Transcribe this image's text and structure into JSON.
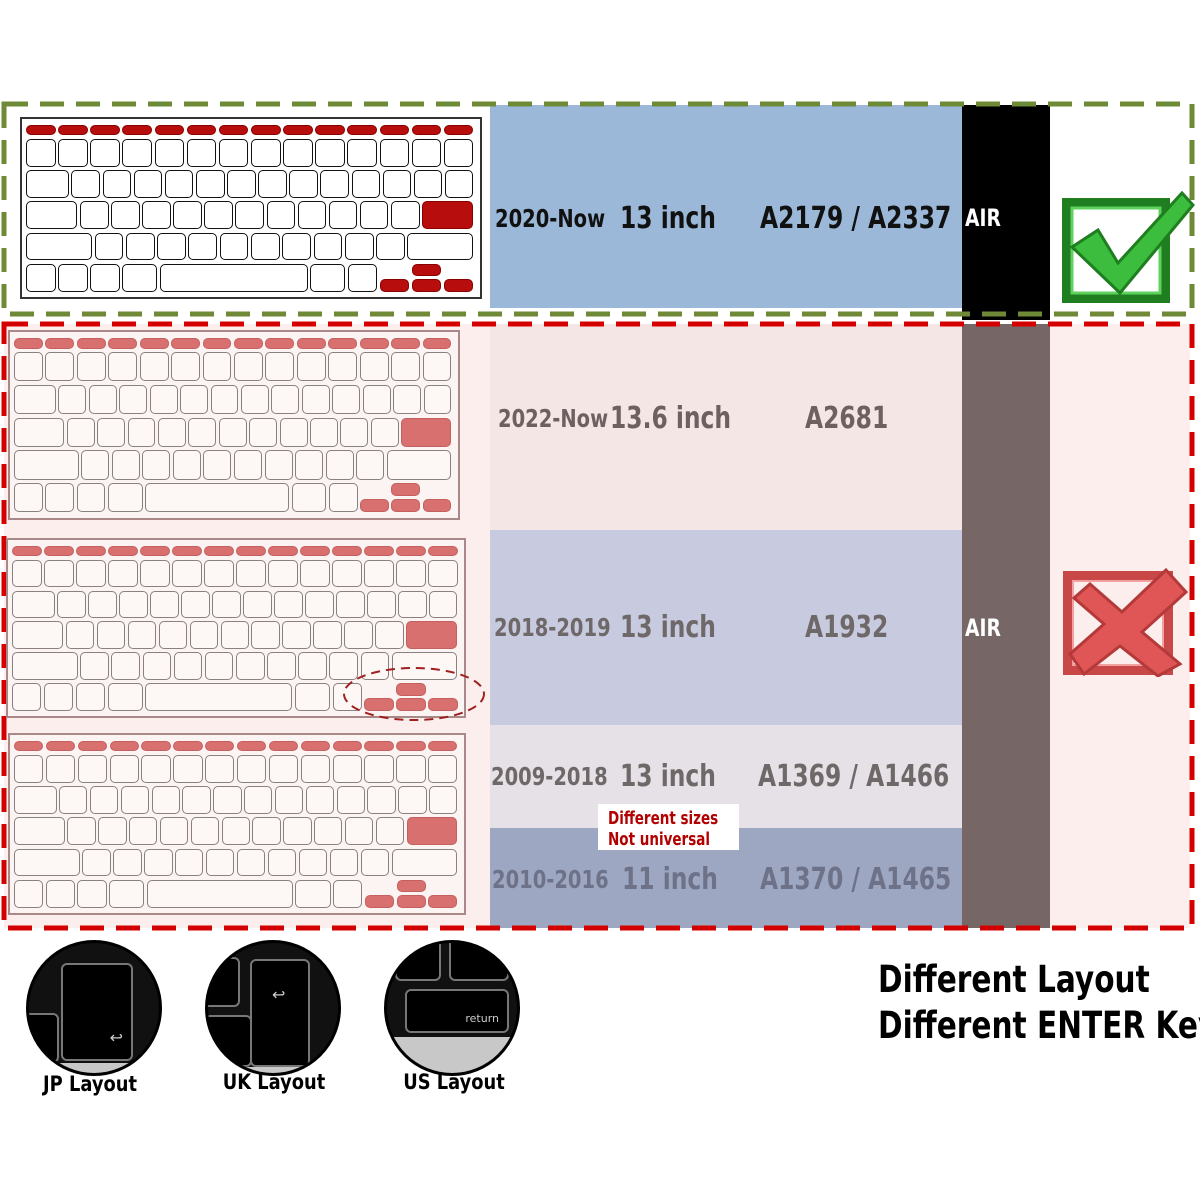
{
  "colors": {
    "compatible_border": "#6f8a37",
    "incompatible_border": "#d40000",
    "check_green": "#2fb52f",
    "cross_red": "#e05656"
  },
  "models": [
    {
      "years": "2020-Now",
      "size": "13 inch",
      "model": "A2179 / A2337",
      "compatible": true
    },
    {
      "years": "2022-Now",
      "size": "13.6 inch",
      "model": "A2681",
      "compatible": false
    },
    {
      "years": "2018-2019",
      "size": "13 inch",
      "model": "A1932",
      "compatible": false
    },
    {
      "years": "2009-2018",
      "size": "13 inch",
      "model": "A1369 / A1466",
      "compatible": false
    },
    {
      "years": "2010-2016",
      "size": "11 inch",
      "model": "A1370 / A1465",
      "compatible": false
    }
  ],
  "air_label_top": "AIR",
  "air_label_bottom": "AIR",
  "note": {
    "line1": "Different sizes",
    "line2": "Not universal"
  },
  "layouts": [
    {
      "label": "JP Layout",
      "key_text": "↩"
    },
    {
      "label": "UK Layout",
      "key_text": "↩"
    },
    {
      "label": "US Layout",
      "key_text": "return"
    }
  ],
  "footer": {
    "line1": "Different  Layout",
    "line2": "Different  ENTER Key"
  },
  "icons": {
    "compatible": "check-mark-icon",
    "incompatible": "cross-mark-icon"
  }
}
